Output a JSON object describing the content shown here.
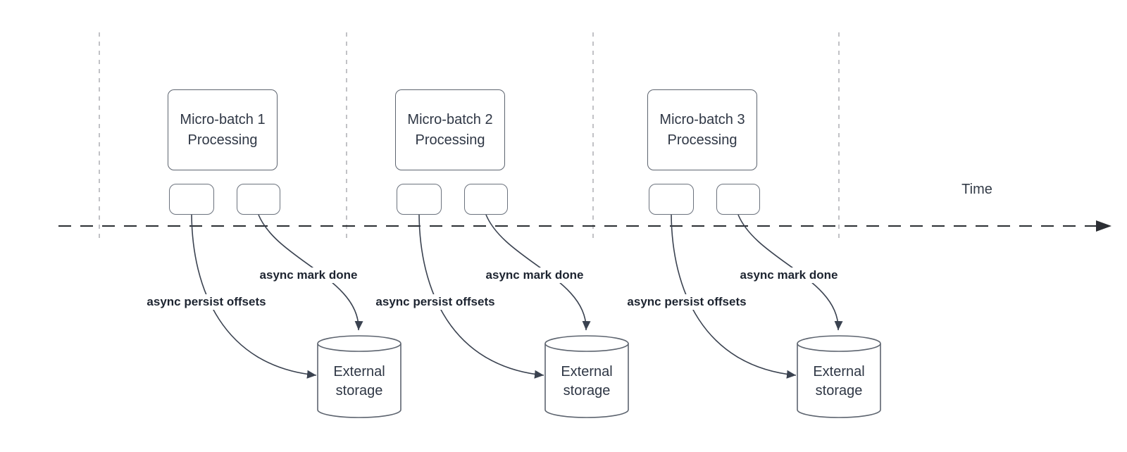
{
  "timeline": {
    "label": "Time"
  },
  "groups": [
    {
      "box_line1": "Micro-batch 1",
      "box_line2": "Processing",
      "persist_label": "async persist offsets",
      "done_label": "async mark done",
      "storage_line1": "External",
      "storage_line2": "storage"
    },
    {
      "box_line1": "Micro-batch 2",
      "box_line2": "Processing",
      "persist_label": "async persist offsets",
      "done_label": "async mark done",
      "storage_line1": "External",
      "storage_line2": "storage"
    },
    {
      "box_line1": "Micro-batch 3",
      "box_line2": "Processing",
      "persist_label": "async persist offsets",
      "done_label": "async mark done",
      "storage_line1": "External",
      "storage_line2": "storage"
    }
  ],
  "colors": {
    "background": "#ffffff",
    "arrow_stroke": "#3a4250",
    "timeline_stroke": "#2b2e33",
    "divider_stroke": "#a7a9ad",
    "shape_border": "#5d646f",
    "shape_text": "#2f3745",
    "edge_label_text": "#1d2430"
  }
}
